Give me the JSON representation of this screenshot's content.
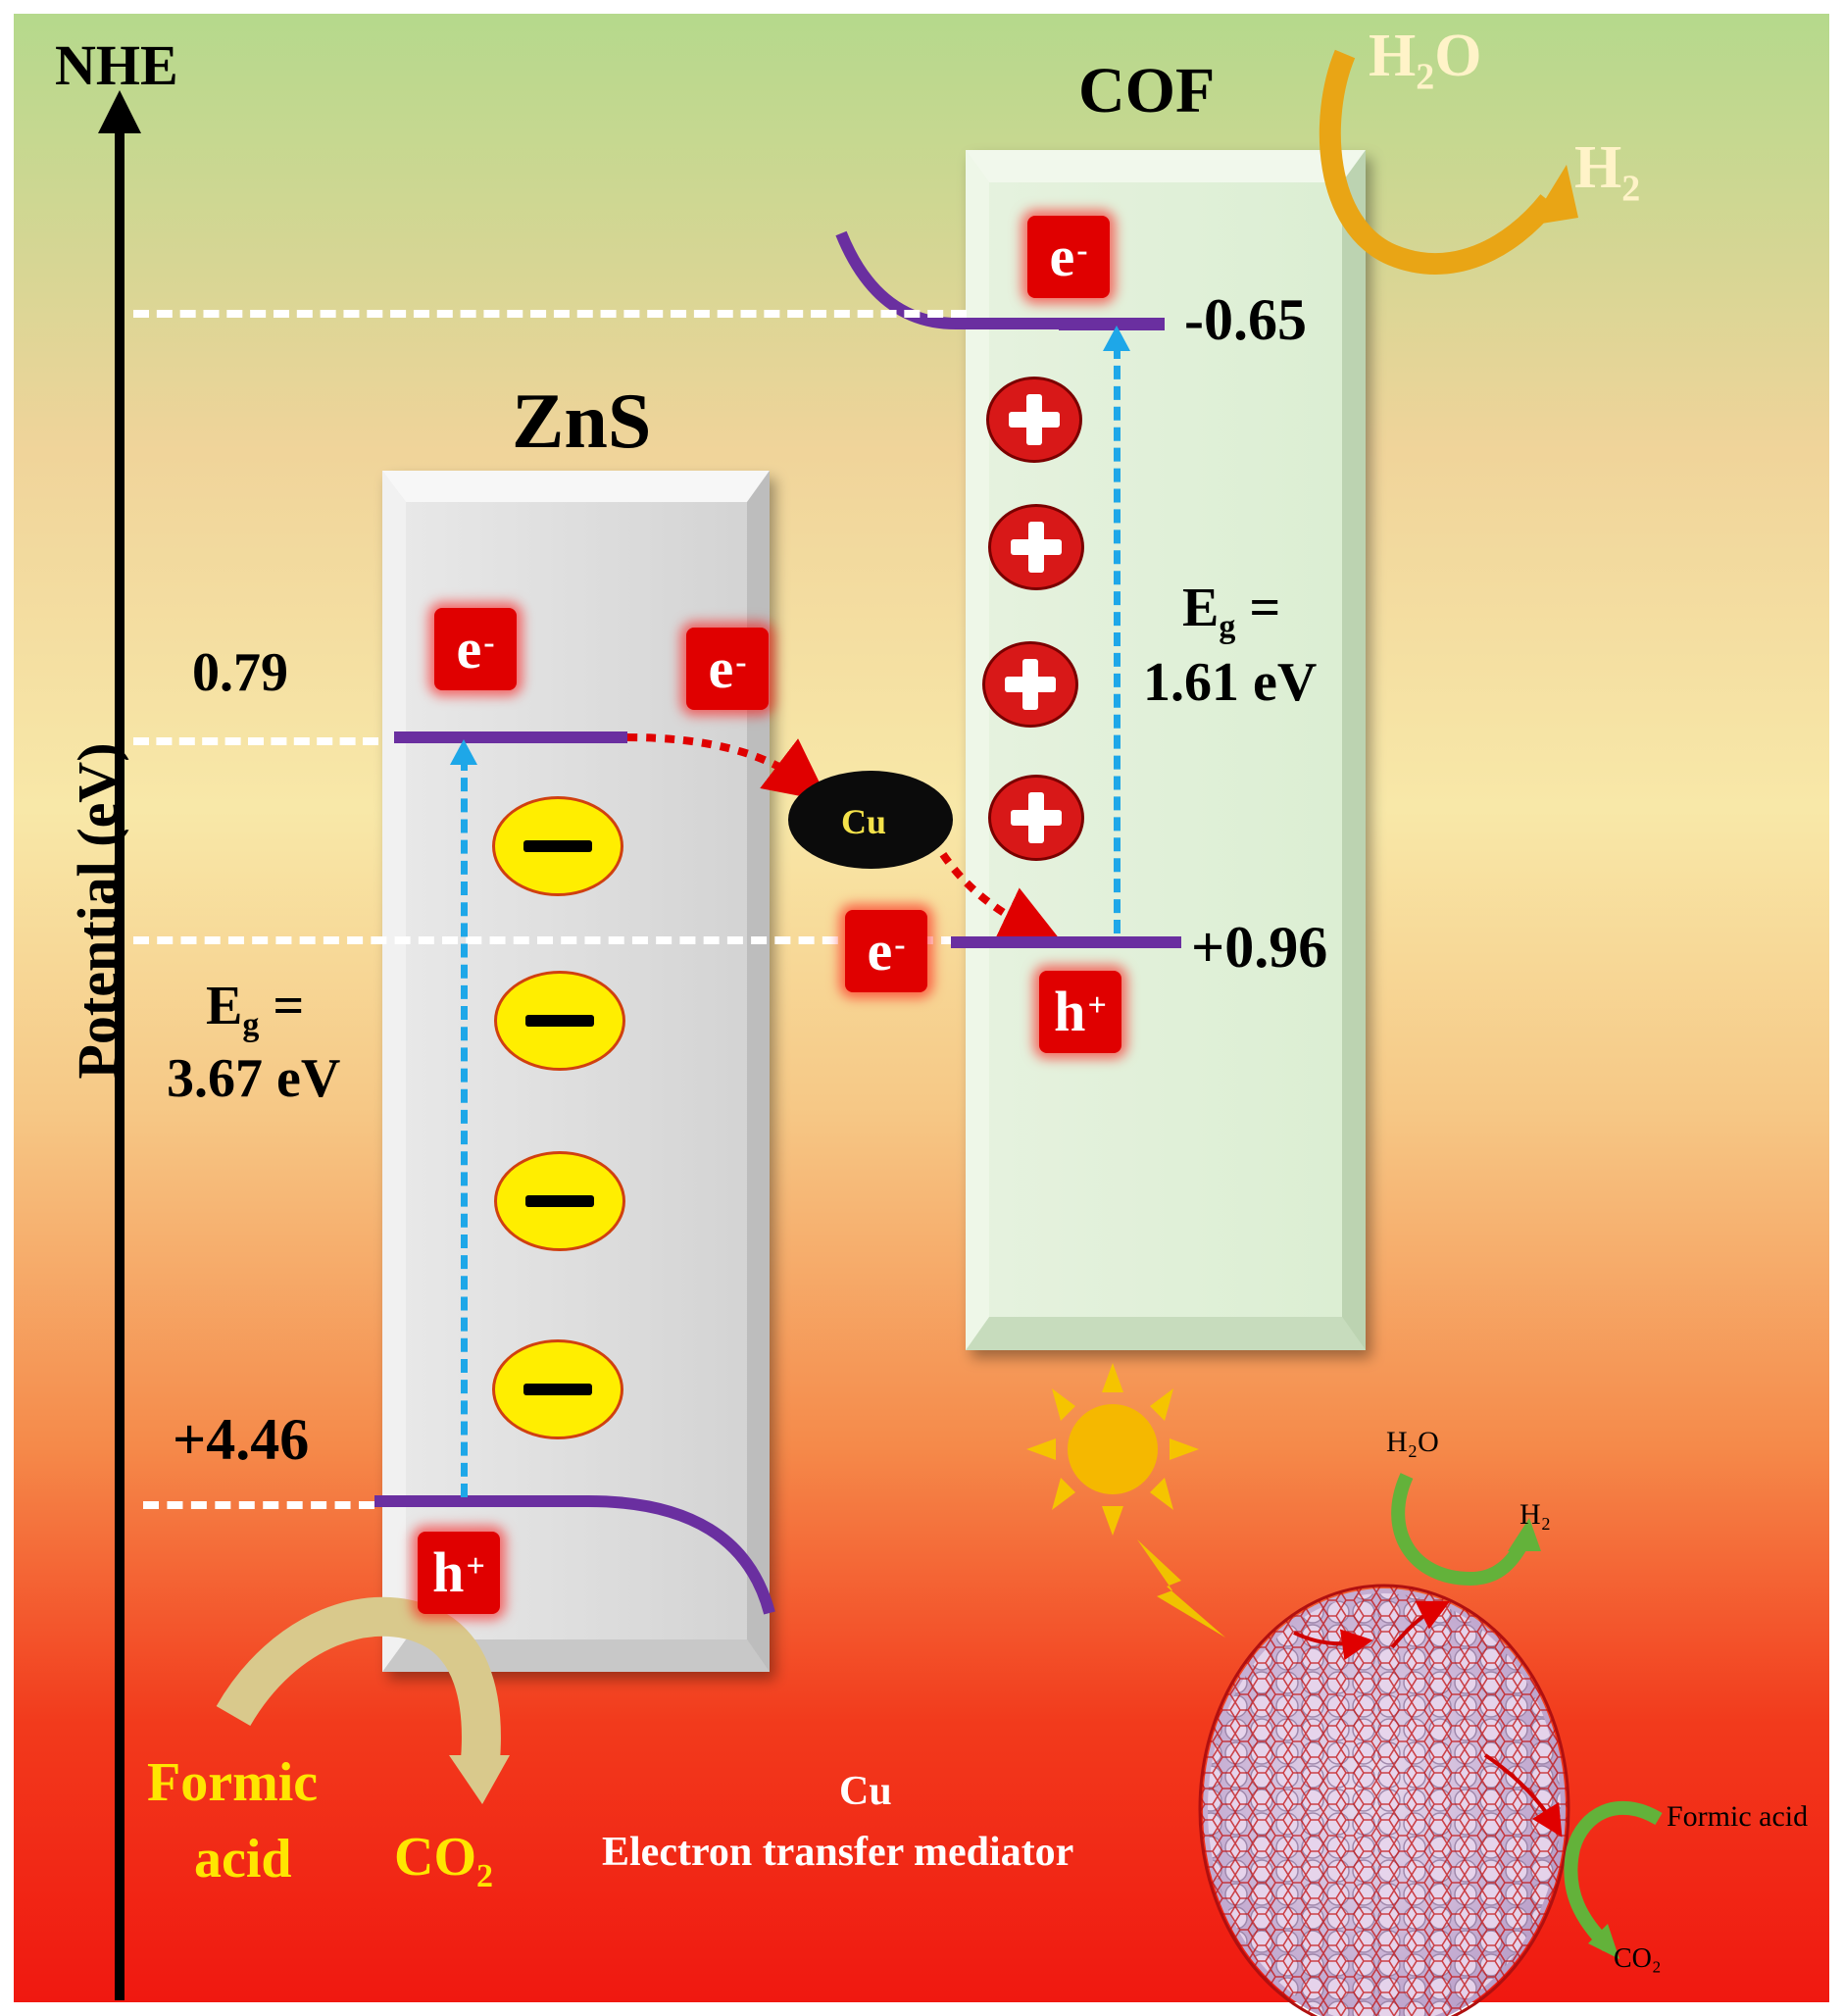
{
  "axis": {
    "top_label": "NHE",
    "side_label": "Potential (eV)"
  },
  "zns": {
    "title": "ZnS",
    "cb_value": "0.79",
    "vb_value": "+4.46",
    "eg_line1": "E",
    "eg_sub": "g",
    "eg_eq": " =",
    "eg_line2": "3.67 eV",
    "e_label": "e",
    "e_sup": "-",
    "h_label": "h",
    "h_sup": "+"
  },
  "cof": {
    "title": "COF",
    "cb_value": "-0.65",
    "vb_value": "+0.96",
    "eg_line1": "E",
    "eg_sub": "g",
    "eg_eq": " =",
    "eg_line2": "1.61 eV",
    "e_label": "e",
    "e_sup": "-",
    "h_label": "h",
    "h_sup": "+"
  },
  "mediator": {
    "particle_label": "Cu",
    "caption_line1": "Cu",
    "caption_line2": "Electron  transfer mediator"
  },
  "reactions": {
    "cof_reactant": "H",
    "cof_reactant_sub": "2",
    "cof_reactant_tail": "O",
    "cof_product": "H",
    "cof_product_sub": "2",
    "zns_reactant_line1": "Formic",
    "zns_reactant_line2": "acid",
    "zns_product": "CO",
    "zns_product_sub": "2"
  },
  "inset": {
    "water": "H₂O",
    "hydrogen": "H₂",
    "formic": "Formic acid",
    "co2": "CO₂"
  },
  "colors": {
    "band_edge": "#6a2fa0",
    "excitation_arrow": "#1ea7e8",
    "transfer_arrow": "#e00000",
    "charge_chip": "#e00000",
    "background_top": "#b8d98f",
    "background_bottom": "#f21a10"
  }
}
